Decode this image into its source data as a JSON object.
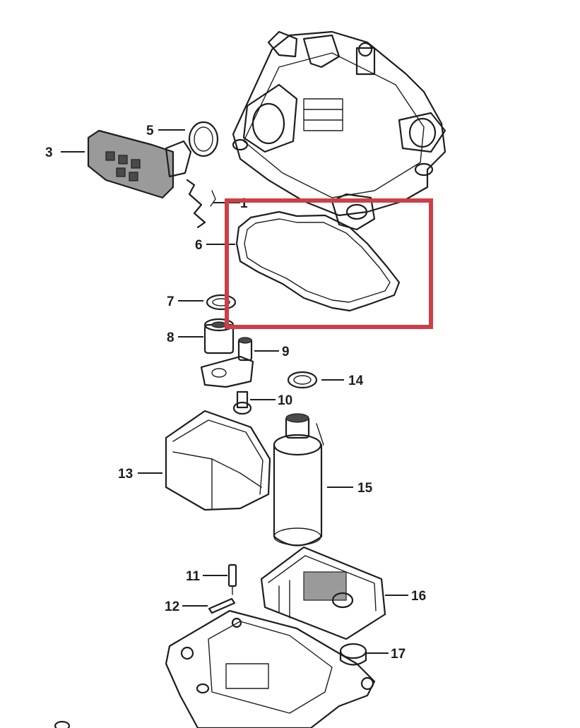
{
  "colors": {
    "line": "#1e1e1e",
    "highlight": "#cf3e47"
  },
  "callouts": {
    "c1": "1",
    "c3": "3",
    "c5": "5",
    "c6": "6",
    "c7": "7",
    "c8": "8",
    "c9": "9",
    "c10": "10",
    "c11": "11",
    "c12": "12",
    "c13": "13",
    "c14": "14",
    "c15": "15",
    "c16": "16",
    "c17": "17"
  },
  "highlighted_callout": "6"
}
